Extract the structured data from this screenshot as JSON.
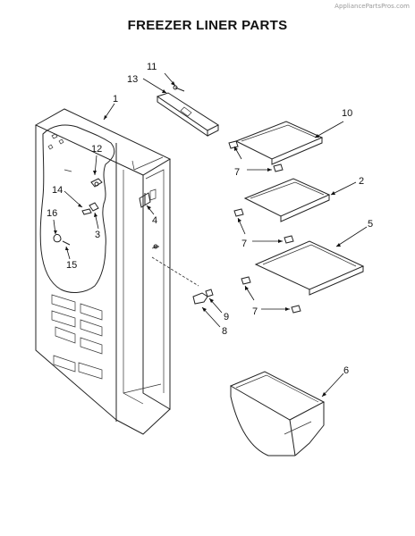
{
  "watermark": "AppliancePartsPros.com",
  "title": "FREEZER LINER PARTS",
  "callouts": [
    {
      "id": "c1",
      "text": "1"
    },
    {
      "id": "c2",
      "text": "2"
    },
    {
      "id": "c3",
      "text": "3"
    },
    {
      "id": "c4",
      "text": "4"
    },
    {
      "id": "c5",
      "text": "5"
    },
    {
      "id": "c6",
      "text": "6"
    },
    {
      "id": "c7a",
      "text": "7"
    },
    {
      "id": "c7b",
      "text": "7"
    },
    {
      "id": "c7c",
      "text": "7"
    },
    {
      "id": "c8",
      "text": "8"
    },
    {
      "id": "c9",
      "text": "9"
    },
    {
      "id": "c10",
      "text": "10"
    },
    {
      "id": "c11",
      "text": "11"
    },
    {
      "id": "c12",
      "text": "12"
    },
    {
      "id": "c13",
      "text": "13"
    },
    {
      "id": "c14",
      "text": "14"
    },
    {
      "id": "c15",
      "text": "15"
    },
    {
      "id": "c16",
      "text": "16"
    }
  ]
}
